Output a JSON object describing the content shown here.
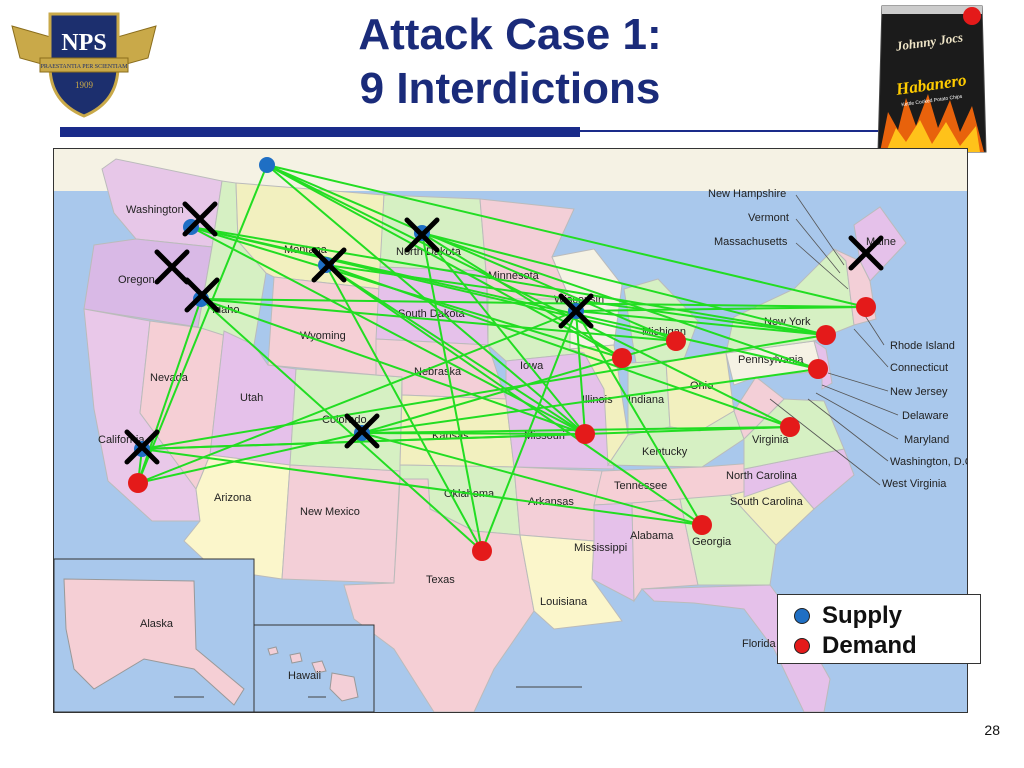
{
  "slide": {
    "title_line1": "Attack Case 1:",
    "title_line2": "9 Interdictions",
    "page_number": "28"
  },
  "logo": {
    "text": "NPS",
    "motto": "PRAESTANTIA PER SCIENTIAM",
    "year": "1909"
  },
  "product_image": {
    "brand": "Johnny Jocs",
    "flavor": "Habanero",
    "subtitle": "Kettle Cooked Potato Chips"
  },
  "legend": {
    "supply_label": "Supply",
    "demand_label": "Demand"
  },
  "colors": {
    "supply": "#1f6fc4",
    "demand": "#e41a1a",
    "arc": "#22dd22",
    "interdiction": "#000000",
    "title": "#1a2b7a",
    "rule": "#1a2b8a",
    "ocean": "#a9c8ec"
  },
  "state_labels": {
    "washington": "Washington",
    "oregon": "Oregon",
    "california": "California",
    "nevada": "Nevada",
    "idaho": "Idaho",
    "montana": "Montana",
    "wyoming": "Wyoming",
    "utah": "Utah",
    "arizona": "Arizona",
    "colorado": "Colorado",
    "new_mexico": "New Mexico",
    "north_dakota": "North Dakota",
    "south_dakota": "South Dakota",
    "nebraska": "Nebraska",
    "kansas": "Kansas",
    "oklahoma": "Oklahoma",
    "texas": "Texas",
    "minnesota": "Minnesota",
    "iowa": "Iowa",
    "missouri": "Missouri",
    "arkansas": "Arkansas",
    "louisiana": "Louisiana",
    "wisconsin": "Wisconsin",
    "illinois": "Illinois",
    "michigan": "Michigan",
    "indiana": "Indiana",
    "ohio": "Ohio",
    "kentucky": "Kentucky",
    "tennessee": "Tennessee",
    "mississippi": "Mississippi",
    "alabama": "Alabama",
    "georgia": "Georgia",
    "florida": "Florida",
    "south_carolina": "South Carolina",
    "north_carolina": "North Carolina",
    "virginia": "Virginia",
    "pennsylvania": "Pennsylvania",
    "new_york": "New York",
    "maine": "Maine",
    "alaska": "Alaska",
    "hawaii": "Hawaii"
  },
  "leader_labels": {
    "new_hampshire": "New Hampshire",
    "vermont": "Vermont",
    "massachusetts": "Massachusetts",
    "rhode_island": "Rhode Island",
    "connecticut": "Connecticut",
    "new_jersey": "New Jersey",
    "delaware": "Delaware",
    "maryland": "Maryland",
    "washington_dc": "Washington, D.C.",
    "west_virginia": "West Virginia"
  }
}
